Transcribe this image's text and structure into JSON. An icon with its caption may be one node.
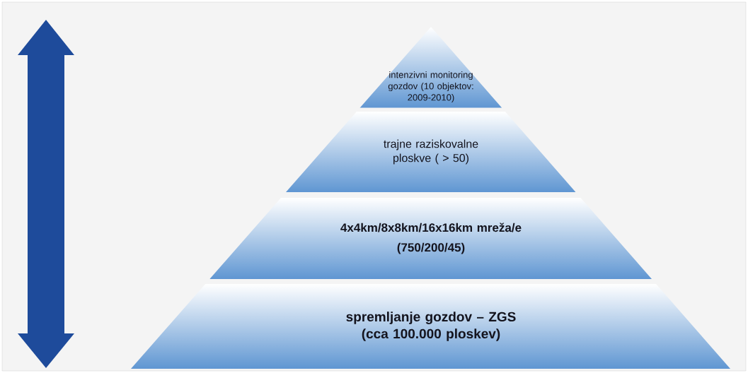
{
  "diagram": {
    "nodes": [
      {
        "text": [
          "intenzivni monitoring gozdov (10 objektov: 2009-2010)"
        ]
      },
      {
        "text": [
          "trajne raziskovalne ploskve ( > 50)"
        ]
      },
      {
        "text": [
          "4x4km/8x8km/16x16km mreža/e",
          "(750/200/45)"
        ]
      },
      {
        "text": [
          "spremljanje gozdov – ZGS (cca 100.000 ploskev)"
        ]
      }
    ]
  }
}
